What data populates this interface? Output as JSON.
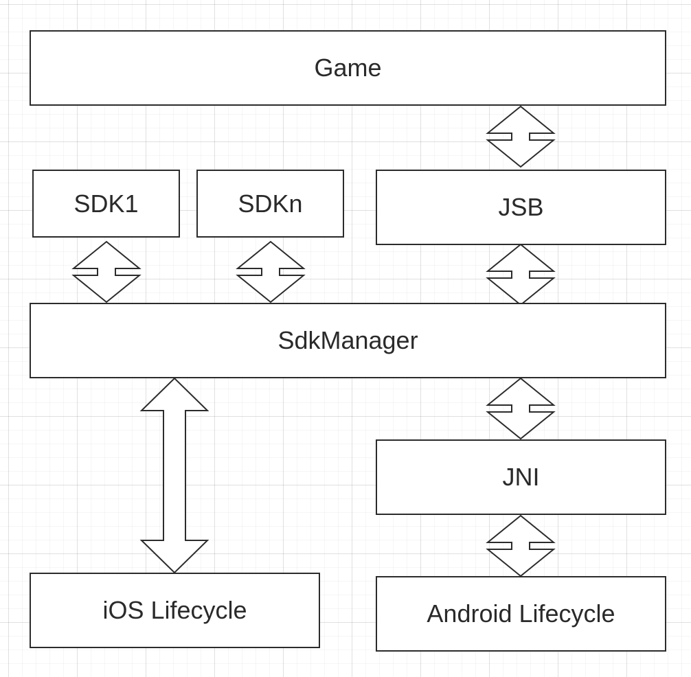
{
  "diagram": {
    "nodes": {
      "game": "Game",
      "sdk1": "SDK1",
      "sdkn": "SDKn",
      "jsb": "JSB",
      "sdk_manager": "SdkManager",
      "jni": "JNI",
      "ios_lifecycle": "iOS Lifecycle",
      "android_lifecycle": "Android Lifecycle"
    },
    "edges": [
      {
        "from": "game",
        "to": "jsb",
        "type": "bidirectional"
      },
      {
        "from": "sdk1",
        "to": "sdk_manager",
        "type": "bidirectional"
      },
      {
        "from": "sdkn",
        "to": "sdk_manager",
        "type": "bidirectional"
      },
      {
        "from": "jsb",
        "to": "sdk_manager",
        "type": "bidirectional"
      },
      {
        "from": "sdk_manager",
        "to": "ios_lifecycle",
        "type": "bidirectional"
      },
      {
        "from": "sdk_manager",
        "to": "jni",
        "type": "bidirectional"
      },
      {
        "from": "jni",
        "to": "android_lifecycle",
        "type": "bidirectional"
      }
    ],
    "colors": {
      "stroke": "#2b2b2b",
      "fill": "#ffffff",
      "text": "#2a2a2a",
      "grid": "#e6e6e6"
    }
  }
}
